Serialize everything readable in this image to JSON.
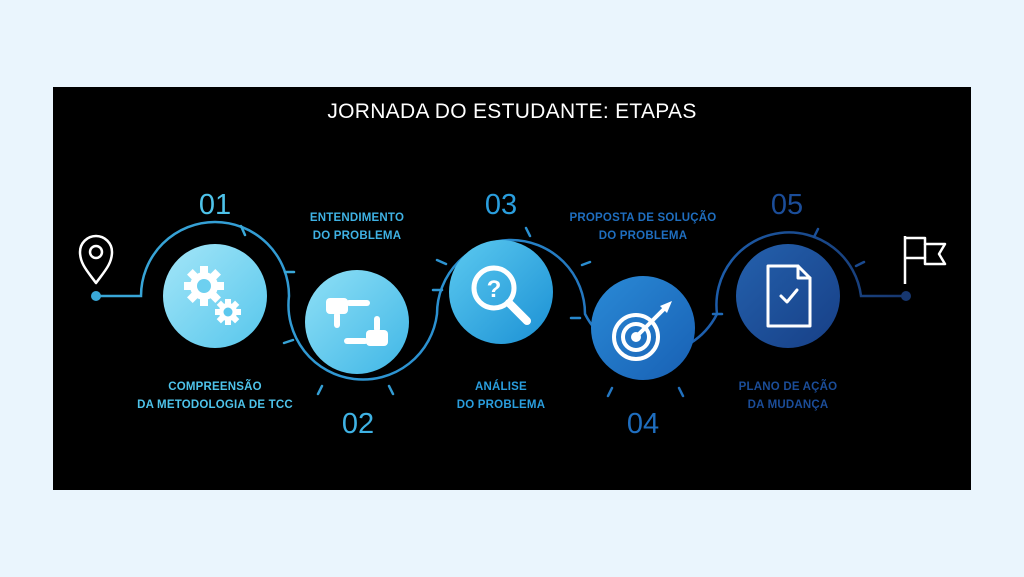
{
  "title": "JORNADA DO ESTUDANTE: ETAPAS",
  "colors": {
    "background": "#eaf5fd",
    "panel": "#000000",
    "title": "#ffffff"
  },
  "steps": [
    {
      "number": "01",
      "label_line1": "COMPREENSÃO",
      "label_line2": "DA METODOLOGIA DE TCC",
      "icon": "gears-icon",
      "color": "#4ec3ea"
    },
    {
      "number": "02",
      "label_line1": "ENTENDIMENTO",
      "label_line2": "DO PROBLEMA",
      "icon": "pointing-hands-icon",
      "color": "#3fb2e4"
    },
    {
      "number": "03",
      "label_line1": "ANÁLISE",
      "label_line2": "DO PROBLEMA",
      "icon": "magnifier-question-icon",
      "color": "#1f98d6"
    },
    {
      "number": "04",
      "label_line1": "PROPOSTA DE SOLUÇÃO",
      "label_line2": "DO PROBLEMA",
      "icon": "target-icon",
      "color": "#1a6fc0"
    },
    {
      "number": "05",
      "label_line1": "PLANO DE AÇÃO",
      "label_line2": "DA MUDANÇA",
      "icon": "document-check-icon",
      "color": "#1b4d99"
    }
  ],
  "start_icon": "location-pin-icon",
  "end_icon": "flag-icon"
}
